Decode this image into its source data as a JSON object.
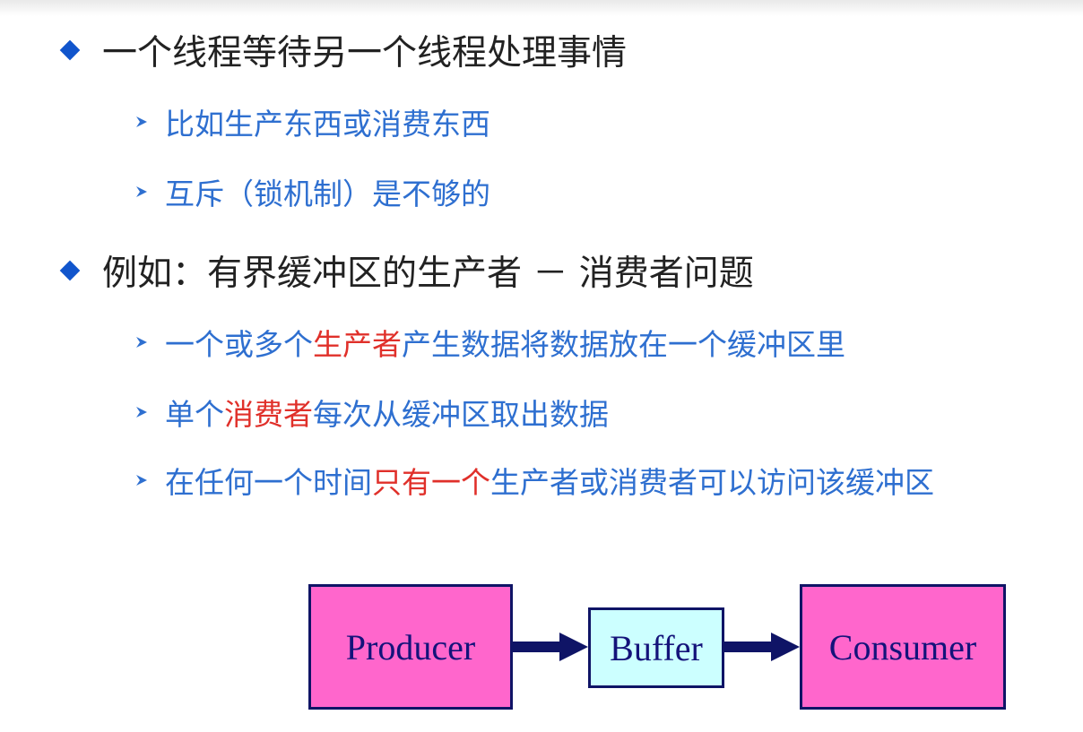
{
  "bullets": [
    {
      "level": 1,
      "top": 0,
      "segments": [
        {
          "text": "一个线程等待另一个线程处理事情",
          "color": "dark"
        }
      ]
    },
    {
      "level": 2,
      "segments": [
        {
          "text": "比如生产东西或消费东西",
          "color": "blue"
        }
      ]
    },
    {
      "level": 2,
      "segments": [
        {
          "text": "互斥（锁机制）是不够的",
          "color": "blue"
        }
      ]
    },
    {
      "level": 1,
      "segments": [
        {
          "text": "例如：有界缓冲区的生产者 － 消费者问题",
          "color": "dark"
        }
      ]
    },
    {
      "level": 2,
      "segments": [
        {
          "text": "一个或多个",
          "color": "blue"
        },
        {
          "text": "生产者",
          "color": "red"
        },
        {
          "text": "产生数据将数据放在一个缓冲区里",
          "color": "blue"
        }
      ]
    },
    {
      "level": 2,
      "segments": [
        {
          "text": "单个",
          "color": "blue"
        },
        {
          "text": "消费者",
          "color": "red"
        },
        {
          "text": "每次从缓冲区取出数据",
          "color": "blue"
        }
      ]
    },
    {
      "level": 2,
      "segments": [
        {
          "text": "在任何一个时间",
          "color": "blue"
        },
        {
          "text": "只有一个",
          "color": "red"
        },
        {
          "text": "生产者或消费者可以访问该缓冲区",
          "color": "blue"
        }
      ]
    }
  ],
  "diagram": {
    "producer": "Producer",
    "buffer": "Buffer",
    "consumer": "Consumer"
  },
  "colors": {
    "level1_marker": "#1155cc",
    "level2_marker": "#2e6fd0",
    "text_dark": "#222222",
    "text_blue": "#2e6fd0",
    "text_red": "#e0302a",
    "box_pink": "#ff66cc",
    "box_cyan": "#ccffff",
    "box_border": "#0f1466"
  },
  "icons": {
    "level1": "diamond-bullet-icon",
    "level2": "arrowhead-bullet-icon"
  }
}
